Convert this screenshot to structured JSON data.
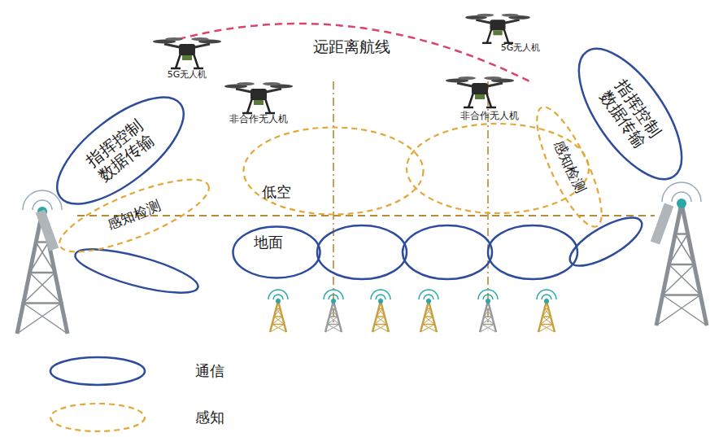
{
  "diagram": {
    "nodes": [
      {
        "text": [
          "指挥控制 数据传输"
        ]
      },
      {
        "text": [
          "感知检测"
        ]
      },
      {
        "text": [
          "低空"
        ]
      },
      {
        "text": [
          "地面"
        ]
      },
      {
        "text": [
          "指挥控制 数据传输"
        ]
      },
      {
        "text": [
          "感知检测"
        ]
      }
    ],
    "labels": [
      "远距离航线",
      "5G无人机",
      "非合作无人机",
      "非合作无人机",
      "5G无人机"
    ],
    "legend": [
      {
        "text": "通信"
      },
      {
        "text": "感知"
      }
    ]
  }
}
